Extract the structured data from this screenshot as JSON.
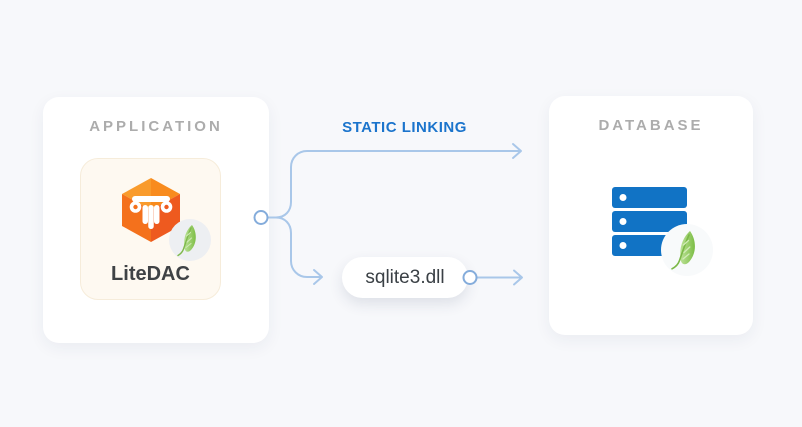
{
  "nodes": {
    "application": {
      "label": "APPLICATION",
      "product_name": "LiteDAC",
      "icon": "litedac-column-hexagon-icon",
      "badge_icon": "sqlite-feather-icon"
    },
    "database": {
      "label": "DATABASE",
      "icon": "database-server-icon",
      "badge_icon": "sqlite-feather-icon"
    },
    "library": {
      "label": "sqlite3.dll"
    }
  },
  "edges": {
    "static_linking_label": "STATIC LINKING",
    "flow": "application -> (static linking | sqlite3.dll) -> database"
  },
  "colors": {
    "background": "#F7F8FB",
    "card_background": "#FFFFFF",
    "label_gray": "#ACACAC",
    "edge_label_blue": "#1B74CC",
    "connector_line_blue": "#A9C7E9",
    "connector_node_stroke": "#84ACDB",
    "database_server_blue": "#1173C5",
    "hexagon_orange": "#F4711C",
    "feather_green": "#8DC455",
    "logo_box_cream": "#FEF9F1"
  }
}
